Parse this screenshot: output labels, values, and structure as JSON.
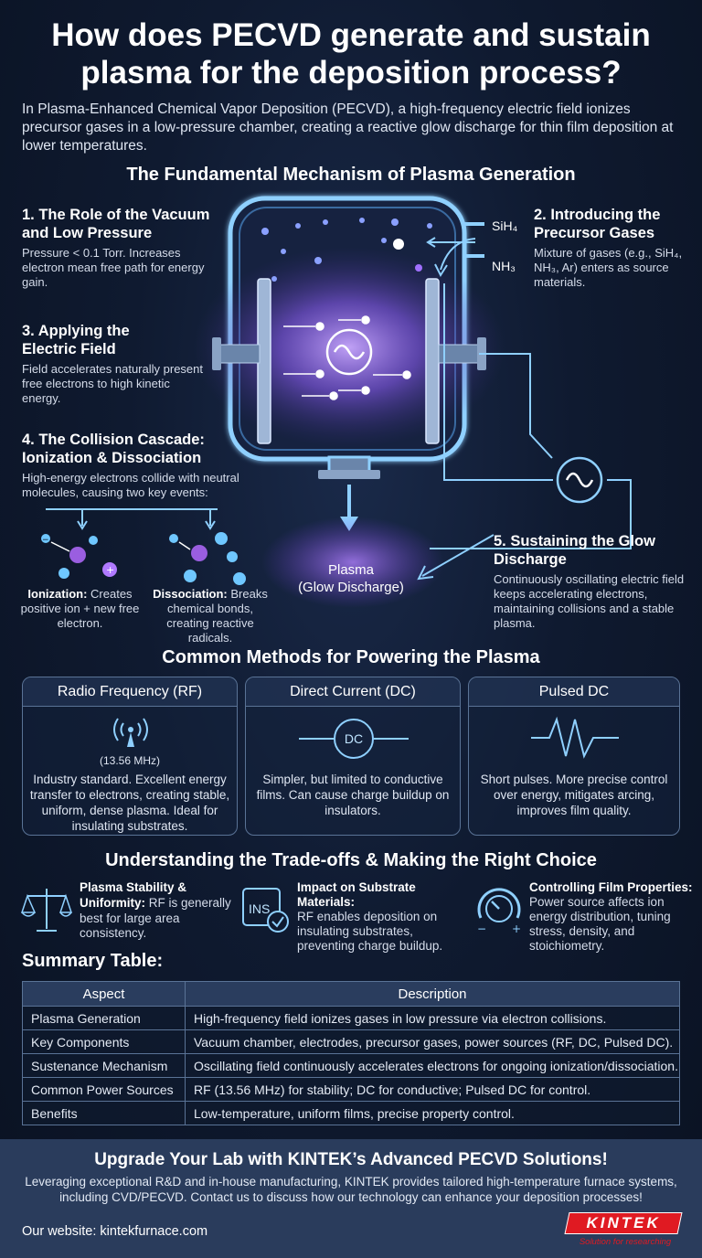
{
  "title_line1": "How does PECVD generate and sustain",
  "title_line2": "plasma for the deposition process?",
  "intro": "In Plasma-Enhanced Chemical Vapor Deposition (PECVD), a high-frequency electric field ionizes precursor gases in a low-pressure chamber, creating a reactive glow discharge for thin film deposition at lower temperatures.",
  "mechanism": {
    "heading": "The Fundamental Mechanism of Plasma Generation",
    "step1": {
      "title_l1": "1. The Role of the Vacuum",
      "title_l2": "and Low Pressure",
      "text": "Pressure < 0.1 Torr. Increases electron mean free path for energy gain."
    },
    "step2": {
      "title_l1": "2. Introducing the",
      "title_l2": "Precursor Gases",
      "text": "Mixture of gases (e.g., SiH₄, NH₃, Ar) enters as source materials."
    },
    "step3": {
      "title_l1": "3. Applying the",
      "title_l2": "Electric Field",
      "text": "Field accelerates naturally present free electrons to high kinetic energy."
    },
    "step4": {
      "title_l1": "4. The Collision Cascade:",
      "title_l2": "Ionization & Dissociation",
      "text": "High-energy electrons collide with neutral molecules, causing two key events:"
    },
    "step5": {
      "title_l1": "5. Sustaining the Glow",
      "title_l2": "Discharge",
      "text": "Continuously oscillating electric field keeps accelerating electrons, maintaining collisions and a stable plasma."
    },
    "ionization_label": "Ionization:",
    "ionization_text": " Creates positive ion + new free electron.",
    "dissociation_label": "Dissociation:",
    "dissociation_text": " Breaks chemical bonds, creating reactive radicals.",
    "gas1": "SiH₄",
    "gas2": "NH₃",
    "plasma_l1": "Plasma",
    "plasma_l2": "(Glow Discharge)"
  },
  "methods": {
    "heading": "Common Methods for Powering the Plasma",
    "rf": {
      "title": "Radio Frequency (RF)",
      "freq": "(13.56 MHz)",
      "text": "Industry standard. Excellent energy transfer to electrons, creating stable, uniform, dense plasma. Ideal for insulating substrates.",
      "icon": "antenna-icon"
    },
    "dc": {
      "title": "Direct Current (DC)",
      "badge": "DC",
      "text": "Simpler, but limited to conductive films. Can cause charge buildup on insulators.",
      "icon": "dc-source-icon"
    },
    "pulsed": {
      "title": "Pulsed DC",
      "text": "Short pulses. More precise control over energy, mitigates arcing, improves film quality.",
      "icon": "pulse-wave-icon"
    }
  },
  "tradeoffs": {
    "heading": "Understanding the Trade-offs & Making the Right Choice",
    "t1": {
      "title_l1": "Plasma Stability &",
      "title_l2": "Uniformity:",
      "text_l2": " RF is generally",
      "text_rest": "best for large area consistency.",
      "icon": "balance-scale-icon"
    },
    "t2": {
      "title": "Impact on Substrate Materials:",
      "text": "RF enables deposition on insulating substrates, preventing charge buildup.",
      "icon_label": "INS",
      "icon": "insulator-check-icon"
    },
    "t3": {
      "title": "Controlling Film Properties:",
      "text": "Power source affects ion energy distribution, tuning stress, density, and stoichiometry.",
      "icon": "control-dial-icon"
    }
  },
  "summary": {
    "heading": "Summary Table:",
    "col1": "Aspect",
    "col2": "Description",
    "rows": [
      {
        "aspect": "Plasma Generation",
        "desc": "High-frequency field ionizes gases in low pressure via electron collisions."
      },
      {
        "aspect": "Key Components",
        "desc": "Vacuum chamber, electrodes, precursor gases, power sources (RF, DC, Pulsed DC)."
      },
      {
        "aspect": "Sustenance Mechanism",
        "desc": "Oscillating field continuously accelerates electrons for ongoing ionization/dissociation."
      },
      {
        "aspect": "Common Power Sources",
        "desc": "RF (13.56 MHz) for stability; DC for conductive; Pulsed DC for control."
      },
      {
        "aspect": "Benefits",
        "desc": "Low-temperature, uniform films, precise property control."
      }
    ]
  },
  "footer": {
    "heading": "Upgrade Your Lab with KINTEK’s Advanced PECVD Solutions!",
    "text_l1": "Leveraging exceptional R&D and in-house manufacturing, KINTEK provides tailored high-temperature furnace systems,",
    "text_l2": "including CVD/PECVD. Contact us to discuss how our technology can enhance your deposition processes!",
    "website": "Our website: kintekfurnace.com",
    "logo_text": "KINTEK",
    "logo_tagline": "Solution for researching"
  },
  "colors": {
    "accent": "#4fb0ff",
    "plasma": "#a070ff",
    "logo_red": "#e01a22"
  }
}
